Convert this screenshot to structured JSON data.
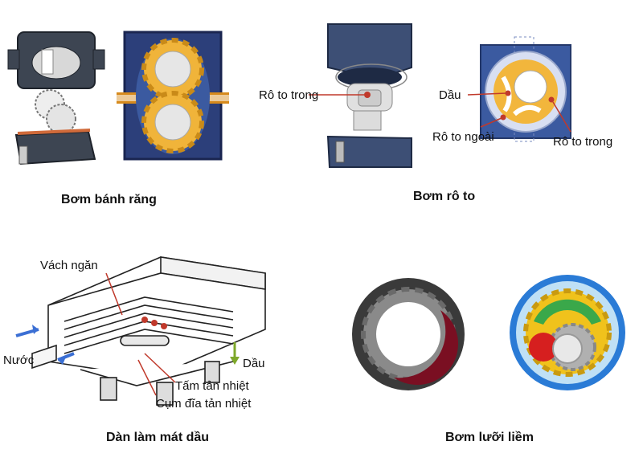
{
  "gear_pump": {
    "caption": "Bơm bánh răng",
    "colors": {
      "housing": "#2c3f7a",
      "gear": "#f0b43a",
      "gear_center": "#e6e6e6",
      "channel": "#d68a1c"
    }
  },
  "rotor_pump": {
    "caption": "Bơm rô to",
    "label_inner_left": "Rô to trong",
    "label_oil": "Dầu",
    "label_outer": "Rô to ngoài",
    "label_inner_right": "Rô to trong"
  },
  "oil_cooler": {
    "caption": "Dàn làm mát dầu",
    "label_partition": "Vách ngăn",
    "label_water": "Nước",
    "label_oil": "Dầu",
    "label_fin": "Tấm tản nhiệt",
    "label_disc_stack": "Cụm  đĩa tản nhiệt"
  },
  "crescent_pump": {
    "caption": "Bơm lưỡi liềm",
    "colors": {
      "outer": "#3a3a3a",
      "gear": "#9c9c9c",
      "crescent": "#7a0f22",
      "ring": "#2a7bd6",
      "green": "#3aa84a",
      "red": "#d61f1f"
    }
  }
}
